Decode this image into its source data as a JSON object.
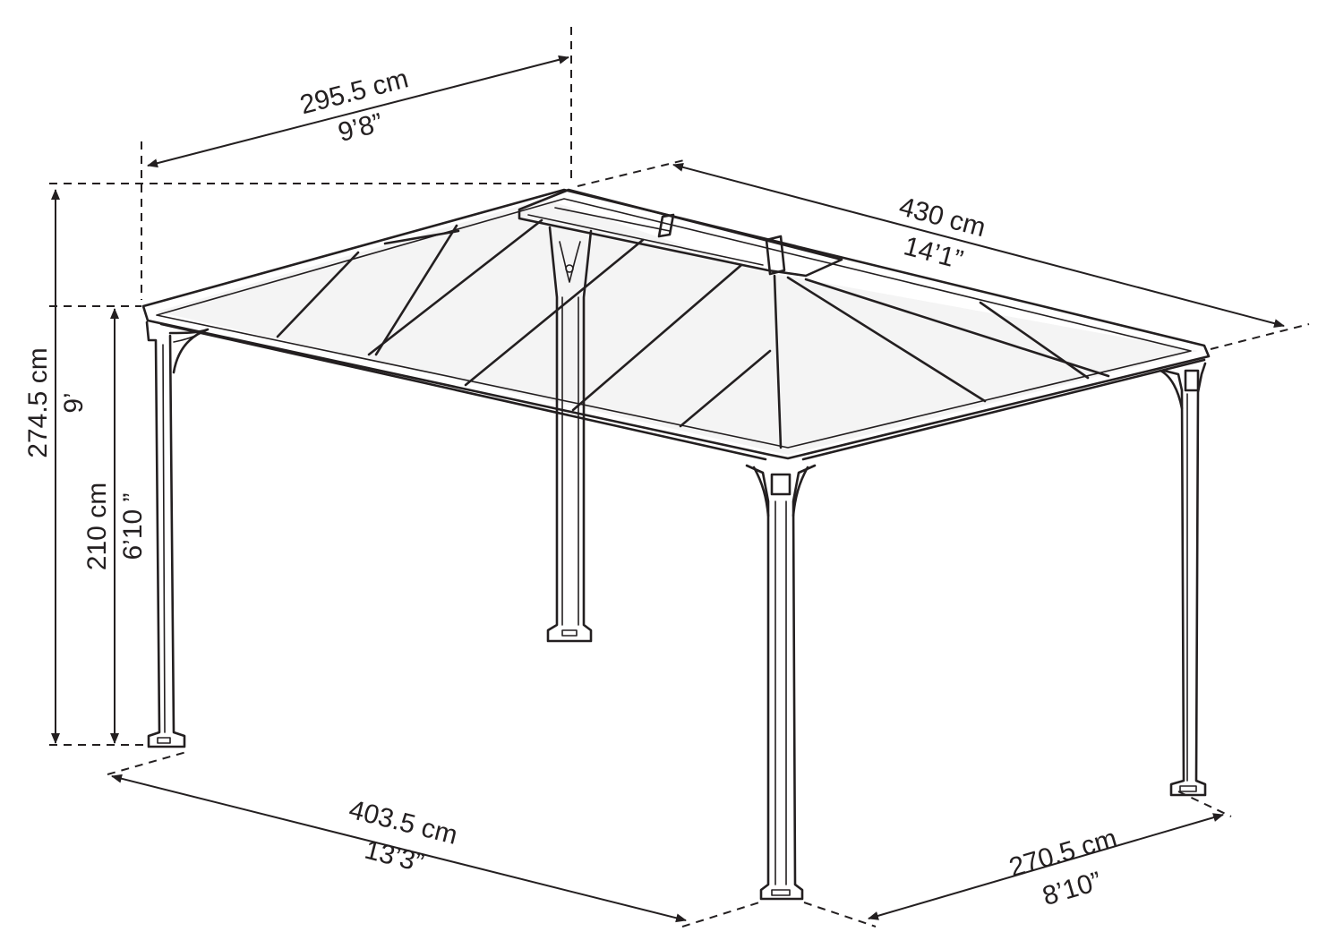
{
  "dimensions": {
    "top_depth": {
      "metric": "295.5 cm",
      "imperial": "9’8”"
    },
    "top_width": {
      "metric": "430 cm",
      "imperial": "14’1”"
    },
    "total_height": {
      "metric": "274.5 cm",
      "imperial": "9’"
    },
    "eave_height": {
      "metric": "210 cm",
      "imperial": "6’10 ”"
    },
    "base_width": {
      "metric": "403.5 cm",
      "imperial": "13’3”"
    },
    "base_depth": {
      "metric": "270.5 cm",
      "imperial": "8’10”"
    }
  }
}
